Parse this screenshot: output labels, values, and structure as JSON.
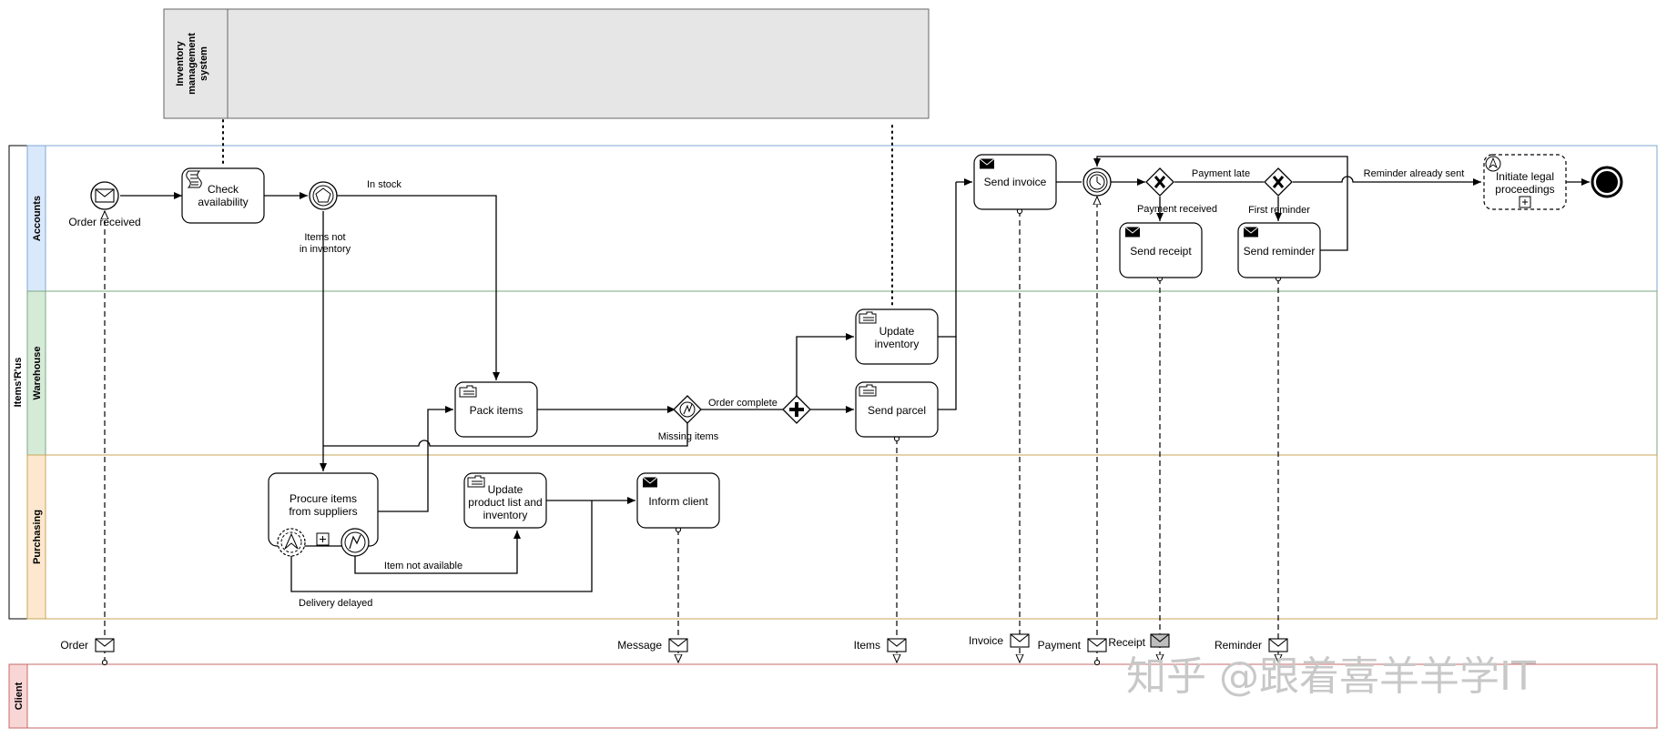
{
  "pool_inventory": "Inventory management system",
  "pool_main": "Items'R'us",
  "pool_client": "Client",
  "lanes": {
    "accounts": "Accounts",
    "warehouse": "Warehouse",
    "purchasing": "Purchasing"
  },
  "tasks": {
    "check_availability": "Check availability",
    "pack_items": "Pack items",
    "procure_items": "Procure items from suppliers",
    "update_product_list": "Update product list and inventory",
    "inform_client": "Inform client",
    "update_inventory": "Update inventory",
    "send_parcel": "Send parcel",
    "send_invoice": "Send invoice",
    "send_receipt": "Send receipt",
    "send_reminder": "Send reminder",
    "initiate_legal": "Initiate legal proceedings"
  },
  "events": {
    "order_received": "Order received",
    "items_not_in_inventory": "Items not in inventory"
  },
  "flows": {
    "in_stock": "In stock",
    "order_complete": "Order complete",
    "missing_items": "Missing items",
    "item_not_available": "Item not available",
    "delivery_delayed": "Delivery delayed",
    "payment_late": "Payment late",
    "payment_received": "Payment received",
    "first_reminder": "First reminder",
    "reminder_already_sent": "Reminder already sent"
  },
  "messages": {
    "order": "Order",
    "message": "Message",
    "items": "Items",
    "invoice": "Invoice",
    "payment": "Payment",
    "receipt": "Receipt",
    "reminder": "Reminder"
  },
  "watermark": "知乎 @跟着喜羊羊学IT",
  "colors": {
    "accounts": "#d9e8fb",
    "warehouse": "#d6ead8",
    "purchasing": "#fde8cf",
    "client": "#f9d6d6",
    "inventory_pool": "#e6e6e6"
  }
}
